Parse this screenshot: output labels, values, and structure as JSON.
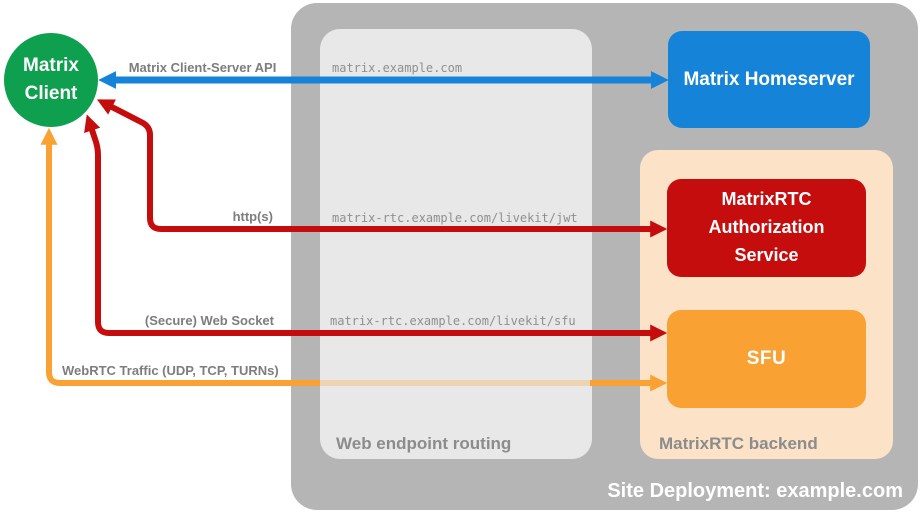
{
  "diagram": {
    "title": "Site Deployment: example.com",
    "client": {
      "label": "Matrix Client",
      "color": "#0ea04f"
    },
    "nodes": {
      "homeserver": {
        "label": "Matrix Homeserver",
        "color": "#1584d8"
      },
      "auth_service": {
        "label": "MatrixRTC Authorization Service",
        "color": "#c60d0e"
      },
      "sfu": {
        "label": "SFU",
        "color": "#f9a233"
      }
    },
    "containers": {
      "site": {
        "label": "Site Deployment: example.com",
        "color": "#b5b5b5"
      },
      "routing": {
        "label": "Web endpoint routing",
        "color": "#e8e8e8"
      },
      "backend": {
        "label": "MatrixRTC backend",
        "color": "#fce3c8"
      }
    },
    "connections": [
      {
        "name": "client-server-api",
        "label": "Matrix Client-Server API",
        "color": "#1584d8",
        "from": "Matrix Client",
        "to": "Matrix Homeserver",
        "bidirectional": true,
        "endpoint": "matrix.example.com"
      },
      {
        "name": "https",
        "label": "http(s)",
        "color": "#c60d0e",
        "from": "Matrix Client",
        "to": "MatrixRTC Authorization Service",
        "bidirectional": true,
        "endpoint": "matrix-rtc.example.com/livekit/jwt"
      },
      {
        "name": "secure-web-socket",
        "label": "(Secure) Web Socket",
        "color": "#c60d0e",
        "from": "Matrix Client",
        "to": "SFU",
        "bidirectional": true,
        "endpoint": "matrix-rtc.example.com/livekit/sfu"
      },
      {
        "name": "webrtc-traffic",
        "label": "WebRTC Traffic (UDP, TCP, TURNs)",
        "color": "#f9a233",
        "from": "Matrix Client",
        "to": "SFU",
        "bidirectional": true,
        "endpoint": ""
      }
    ]
  }
}
